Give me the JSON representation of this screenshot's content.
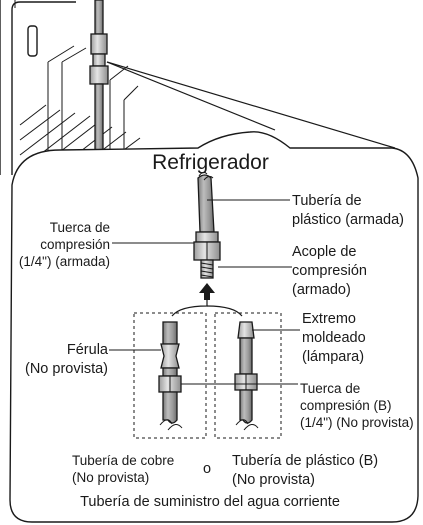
{
  "title": "Refrigerador",
  "labels": {
    "plastic_tube_top": [
      "Tubería de",
      "plástico (armada)"
    ],
    "nut_armada": [
      "Tuerca de",
      "compresión",
      "(1/4\") (armada)"
    ],
    "coupler": [
      "Acople de",
      "compresión",
      "(armado)"
    ],
    "molded_end": [
      "Extremo",
      "moldeado",
      "(lámpara)"
    ],
    "ferrule": [
      "Férula",
      "(No provista)"
    ],
    "nut_b": [
      "Tuerca de",
      "compresión (B)",
      "(1/4\") (No provista)"
    ],
    "copper_tube": [
      "Tubería de cobre",
      "(No provista)"
    ],
    "or": "o",
    "plastic_tube_b": [
      "Tubería de plástico (B)",
      "(No provista)"
    ],
    "supply": "Tubería de suministro del agua corriente"
  },
  "colors": {
    "line": "#1a1a1a",
    "tube_fill": "#a9a9a9",
    "tube_shade": "#6f6f6f",
    "fitting_fill": "#d2d2d2",
    "panel_fill": "#ffffff"
  }
}
